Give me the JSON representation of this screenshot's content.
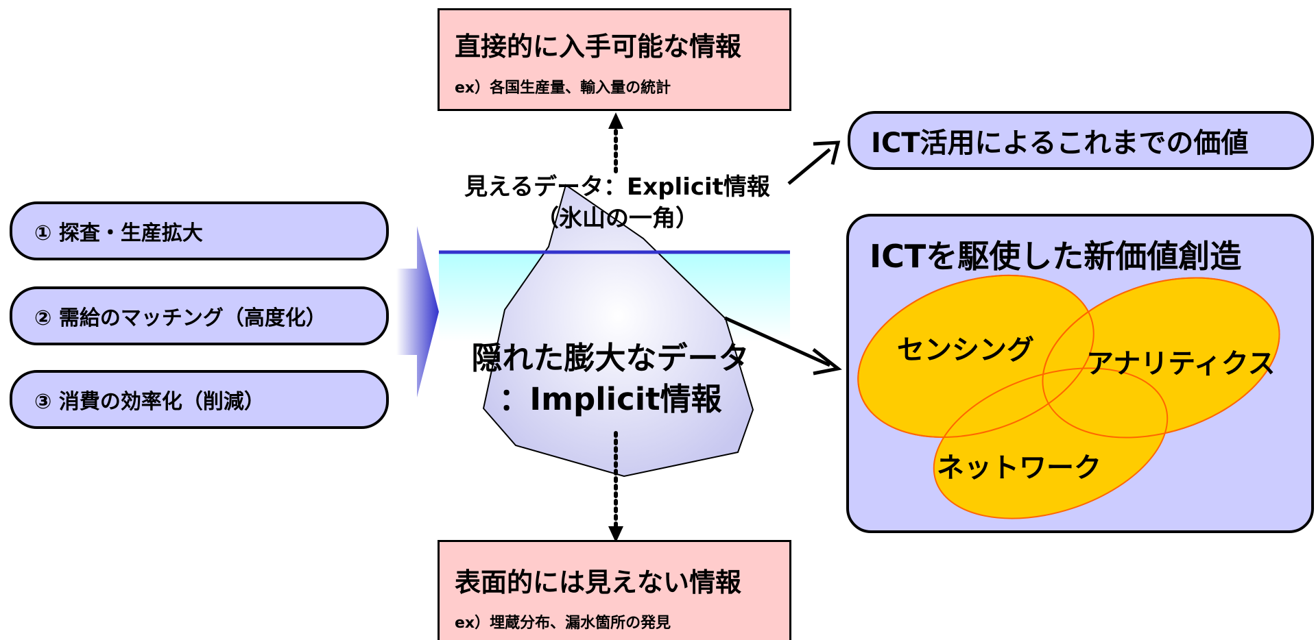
{
  "top_box": {
    "title": "直接的に入手可能な情報",
    "sub": "ex）各国生産量、輸入量の統計"
  },
  "bottom_box": {
    "title": "表面的には見えない情報",
    "sub": "ex）埋蔵分布、漏水箇所の発見"
  },
  "iceberg": {
    "visible_line1": "見えるデータ：Explicit情報",
    "visible_line2": "（氷山の一角）",
    "hidden_line1": "隠れた膨大なデータ",
    "hidden_line2": "：Implicit情報"
  },
  "left_items": [
    "① 探査・生産拡大",
    "② 需給のマッチング（高度化）",
    "③ 消費の効率化（削減）"
  ],
  "right_top": "ICT活用によるこれまでの価値",
  "right_panel": {
    "title": "ICTを駆使した新価値創造",
    "ellipses": [
      "センシング",
      "アナリティクス",
      "ネットワーク"
    ]
  },
  "colors": {
    "pink": "#ffcccc",
    "lavender": "#ccccff",
    "gold": "#ffcc00",
    "water_line": "#3333cc"
  }
}
